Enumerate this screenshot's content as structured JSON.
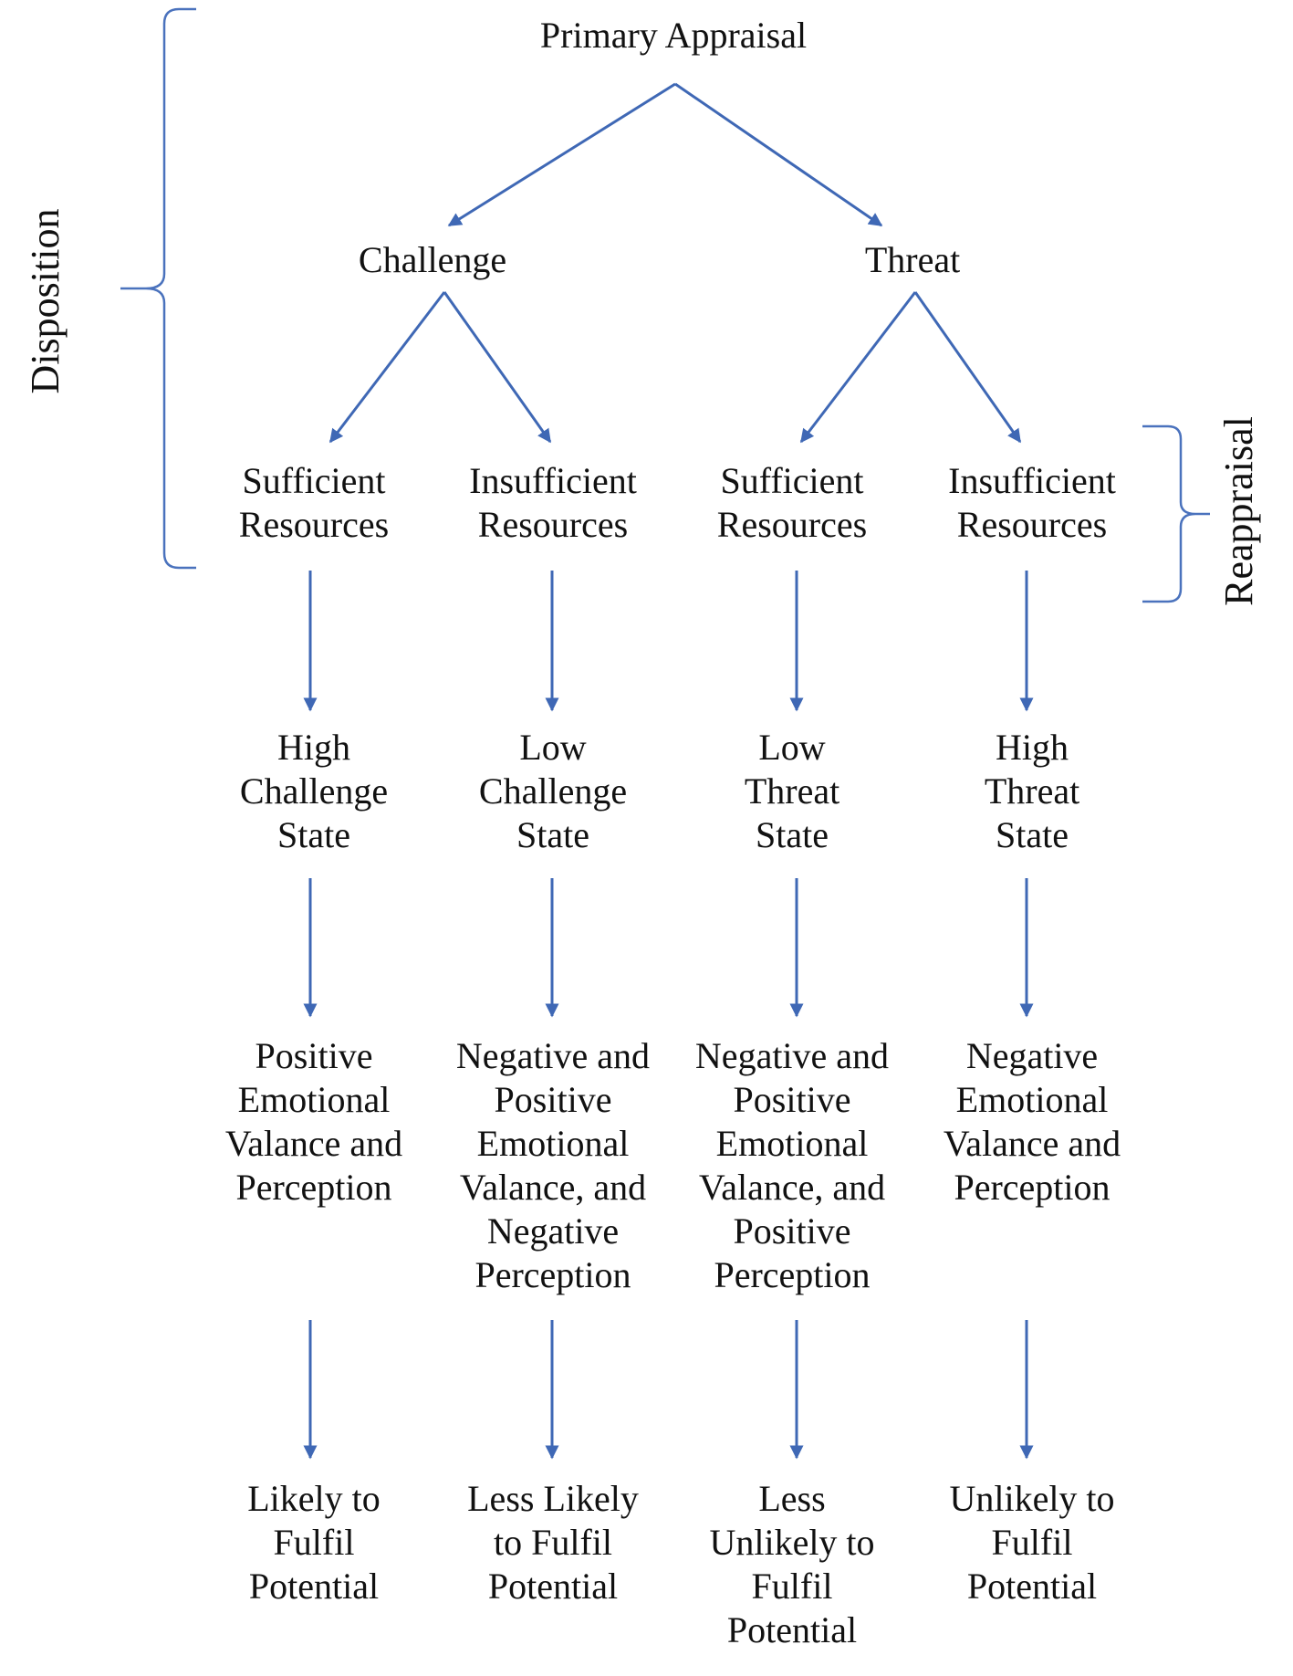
{
  "diagram": {
    "root": "Primary Appraisal",
    "appraisals": [
      "Challenge",
      "Threat"
    ],
    "side_labels": {
      "left": "Disposition",
      "right": "Reappraisal"
    },
    "paths": [
      {
        "appraisal": "Challenge",
        "resources": [
          "Sufficient",
          "Resources"
        ],
        "state": [
          "High",
          "Challenge",
          "State"
        ],
        "response": [
          "Positive",
          "Emotional",
          "Valance and",
          "Perception"
        ],
        "outcome": [
          "Likely to",
          "Fulfil",
          "Potential"
        ]
      },
      {
        "appraisal": "Challenge",
        "resources": [
          "Insufficient",
          "Resources"
        ],
        "state": [
          "Low",
          "Challenge",
          "State"
        ],
        "response": [
          "Negative and",
          "Positive",
          "Emotional",
          "Valance, and",
          "Negative",
          "Perception"
        ],
        "outcome": [
          "Less Likely",
          "to Fulfil",
          "Potential"
        ]
      },
      {
        "appraisal": "Threat",
        "resources": [
          "Sufficient",
          "Resources"
        ],
        "state": [
          "Low",
          "Threat",
          "State"
        ],
        "response": [
          "Negative and",
          "Positive",
          "Emotional",
          "Valance, and",
          "Positive",
          "Perception"
        ],
        "outcome": [
          "Less",
          "Unlikely to",
          "Fulfil",
          "Potential"
        ]
      },
      {
        "appraisal": "Threat",
        "resources": [
          "Insufficient",
          "Resources"
        ],
        "state": [
          "High",
          "Threat",
          "State"
        ],
        "response": [
          "Negative",
          "Emotional",
          "Valance and",
          "Perception"
        ],
        "outcome": [
          "Unlikely to",
          "Fulfil",
          "Potential"
        ]
      }
    ],
    "colors": {
      "arrows": "#3f68b5",
      "brackets": "#4a72bd",
      "text": "#111111"
    }
  }
}
